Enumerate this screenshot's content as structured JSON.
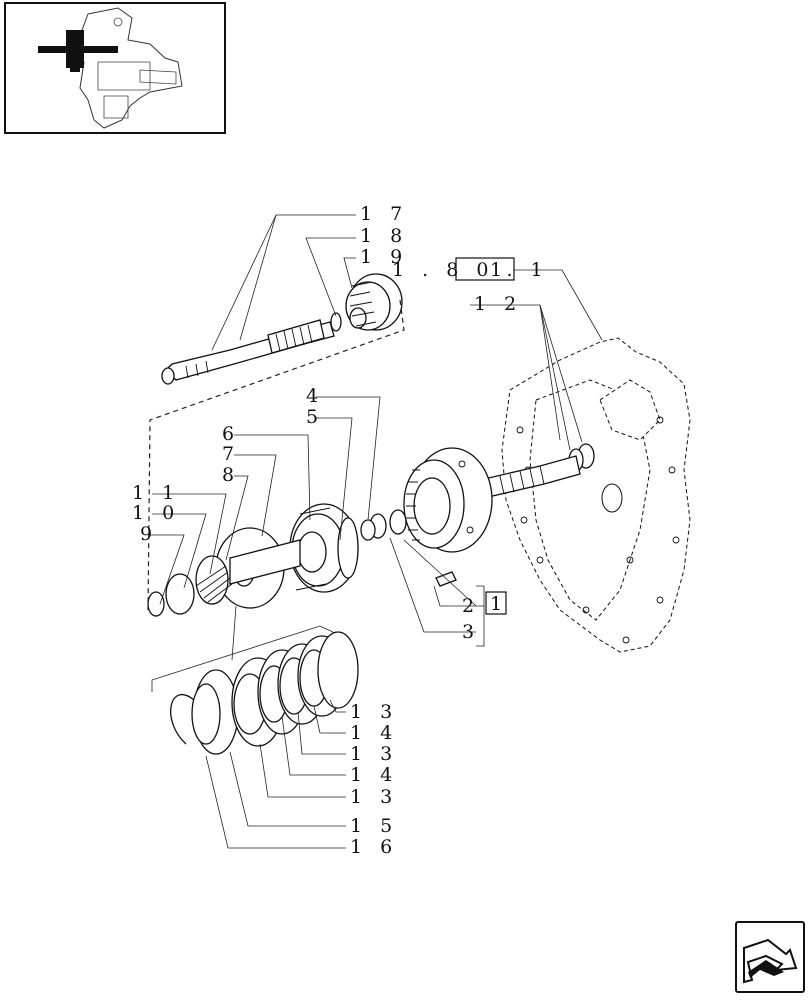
{
  "reference": {
    "text": "1 . 8 0 . 1",
    "box_text": "1"
  },
  "callouts": {
    "c17": "1 7",
    "c18": "1 8",
    "c19": "1 9",
    "c12": "1 2",
    "c4": "4",
    "c5": "5",
    "c6": "6",
    "c7": "7",
    "c8": "8",
    "c11": "1 1",
    "c10": "1 0",
    "c9": "9",
    "c2": "2",
    "c2_box": "1",
    "c3": "3",
    "c13a": "1 3",
    "c14a": "1 4",
    "c13b": "1 3",
    "c14b": "1 4",
    "c13c": "1 3",
    "c15": "1 5",
    "c16": "1 6"
  },
  "icons": {
    "thumbnail": "tractor-transmission-thumbnail",
    "nav": "next-page-arrow-icon"
  }
}
